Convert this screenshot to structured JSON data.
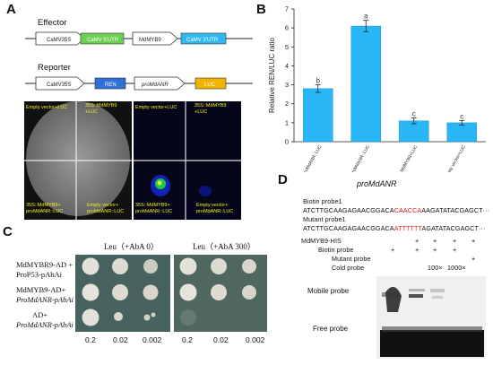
{
  "panels": {
    "a": "A",
    "b": "B",
    "c": "C",
    "d": "D"
  },
  "panelA": {
    "effector_title": "Effector",
    "reporter_title": "Reporter",
    "effector_boxes": [
      "CaMV35S",
      "CaMV 5'UTR",
      "MdMYB9",
      "CaMV 3'UTR"
    ],
    "reporter_boxes": [
      "CaMV35S",
      "REN",
      "proMdANR",
      "LUC"
    ],
    "colors": {
      "green": "#6ccf4f",
      "blue_box": "#2f6fd8",
      "cyan": "#2fb8f0",
      "orange": "#f0b400"
    },
    "leaf_labels": {
      "tl": "Empty vector+LUC",
      "tr1": "35S::MdMYB9",
      "tr2": "+LUC",
      "bl1": "35S::MdMYB9+",
      "bl2": "proMdANR::LUC",
      "br1": "Empty vector+",
      "br2": "proMdANR::LUC"
    },
    "lum_labels": {
      "tl": "Empty vector+LUC",
      "tr1": "35S::MdMYB9",
      "tr2": "+LUC",
      "bl1": "35S::MdMYB9+",
      "bl2": "proMdANR::LUC",
      "br1": "Empty vector+",
      "br2": "proMdANR::LUC"
    }
  },
  "chart_data": {
    "type": "bar",
    "ylabel": "Relative REN/LUC ratio",
    "ylim": [
      0,
      7
    ],
    "yticks": [
      0,
      1,
      2,
      3,
      4,
      5,
      6,
      7
    ],
    "categories": [
      "Empty vector+ proMdANR::LUC",
      "35S::MdMYB9+ proMdANR::LUC",
      "35S::MdMYB9+LUC",
      "Empty vector+LUC"
    ],
    "values": [
      2.8,
      6.1,
      1.1,
      1.0
    ],
    "errors": [
      0.2,
      0.3,
      0.15,
      0.12
    ],
    "letters": [
      "b",
      "a",
      "c",
      "c"
    ],
    "bar_color": "#29b6f6"
  },
  "panelC": {
    "header_left": "Leu（+AbA 0）",
    "header_right": "Leu（+AbA 300）",
    "rows": [
      {
        "line1": "MdMYBR9-AD +",
        "line2": "ProP53-pAbAi"
      },
      {
        "line1": "MdMYB9-AD+",
        "line2": "ProMdANR-pAbAi"
      },
      {
        "line1": "AD+",
        "line2": "ProMdANR-pAbAi"
      }
    ],
    "dilutions": [
      "0.2",
      "0.02",
      "0.002",
      "0.2",
      "0.02",
      "0.002"
    ]
  },
  "panelD": {
    "title": "proMdANR",
    "probe1_label": "Biotin probe1",
    "probe1_pre": "ATCTTGCAAGAGAACGGACA",
    "probe1_mid": "CAACCA",
    "probe1_post": "AAGATATACGAGCT···",
    "mutant_label": "Mutant probe1",
    "mutant_pre": "ATCTTGCAAGAGAACGGACA",
    "mutant_mid": "ATTTTTT",
    "mutant_post": "AGATATACGAGCT···",
    "row_labels": [
      "MdMYB9-HIS",
      "Biotin probe",
      "Mutant probe",
      "Cold probe"
    ],
    "signs": {
      "his": [
        "-",
        "+",
        "+",
        "+",
        "+"
      ],
      "biotin": [
        "+",
        "+",
        "+",
        "+",
        "-"
      ],
      "mutant": [
        "-",
        "-",
        "-",
        "-",
        "+"
      ],
      "cold": [
        "-",
        "-",
        "100×",
        "1000×",
        "-"
      ]
    },
    "mobile_label": "Mobile probe",
    "free_label": "Free probe"
  }
}
